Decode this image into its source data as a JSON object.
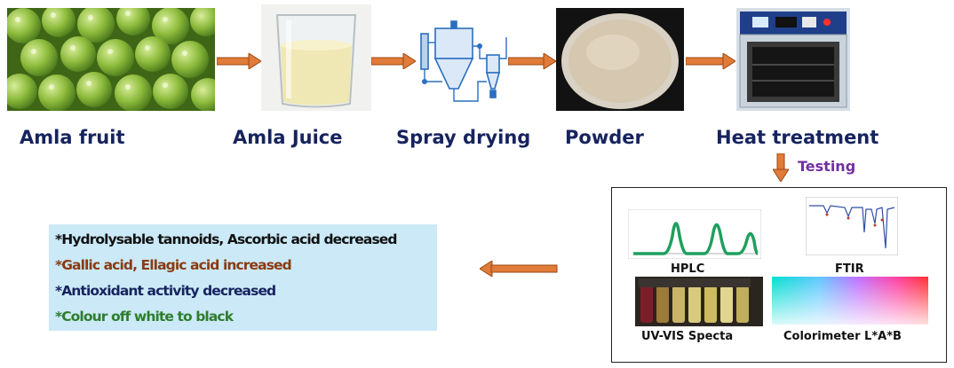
{
  "steps": [
    {
      "label": "Amla fruit",
      "image": "amla-fruit-photo"
    },
    {
      "label": "Amla Juice",
      "image": "juice-beaker-photo"
    },
    {
      "label": "Spray drying",
      "image": "spray-dryer-schematic"
    },
    {
      "label": "Powder",
      "image": "powder-dish-photo"
    },
    {
      "label": "Heat treatment",
      "image": "oven-photo"
    }
  ],
  "testing_label": "Testing",
  "tests": [
    {
      "label": "HPLC",
      "image": "hplc-chromatogram"
    },
    {
      "label": "FTIR",
      "image": "ftir-spectrum"
    },
    {
      "label": "UV-VIS Specta",
      "image": "uv-vis-vials-photo"
    },
    {
      "label": "Colorimeter L*A*B",
      "image": "color-gamut"
    }
  ],
  "results": [
    {
      "text": "*Hydrolysable tannoids, Ascorbic acid decreased",
      "color": "#111111"
    },
    {
      "text": "*Gallic acid, Ellagic acid increased",
      "color": "#8a3b12"
    },
    {
      "text": "*Antioxidant activity decreased",
      "color": "#16235e"
    },
    {
      "text": "*Colour off white to black",
      "color": "#2e7d2e"
    }
  ],
  "colors": {
    "step_label": "#16235e",
    "arrow": "#e07b39",
    "testing": "#7030a0",
    "summary_bg": "#cbe9f7"
  }
}
